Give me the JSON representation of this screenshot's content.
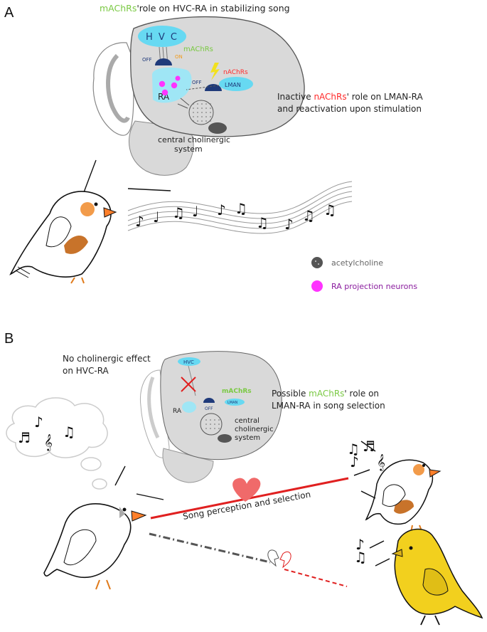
{
  "colors": {
    "machrs_green": "#7ac943",
    "nachrs_red": "#ff2a2a",
    "nucleus_cyan": "#67d9f2",
    "neuron_magenta": "#ff33ff",
    "acetylcholine_gray": "#555555",
    "brain_gray": "#d9d9d9",
    "dark_blue": "#1f3a7a",
    "bill_orange": "#ff7f2a",
    "canary_yellow": "#f2d01e",
    "heart_red": "#f06a6a",
    "selection_red": "#e02020"
  },
  "panel_a": {
    "letter": "A",
    "title_prefix": "mAChRs",
    "title_rest": "'role on HVC-RA in stabilizing song",
    "label_hvc": "H V C",
    "label_ra": "RA",
    "label_lman": "LMAN",
    "label_off": "OFF",
    "label_on": "ON",
    "label_machrs": "mAChRs",
    "label_nachrs": "nAChRs",
    "inactive_prefix": "Inactive ",
    "inactive_highlight": "nAChRs",
    "inactive_rest": "' role on LMAN-RA",
    "inactive_line2": "and reactivation upon stimulation",
    "central_line1": "central cholinergic",
    "central_line2": "system",
    "legend_acetylcholine": "acetylcholine",
    "legend_ra_neurons": "RA projection neurons"
  },
  "panel_b": {
    "letter": "B",
    "no_effect_line1": "No cholinergic effect",
    "no_effect_line2": "on HVC-RA",
    "possible_prefix": "Possible ",
    "possible_highlight": "mAChRs",
    "possible_rest": "' role on",
    "possible_line2": "LMAN-RA in song selection",
    "label_hvc": "HVC",
    "label_lman": "LMAN",
    "label_ra": "RA",
    "label_off": "OFF",
    "label_machrs": "mAChRs",
    "central_line1": "central",
    "central_line2": "cholinergic",
    "central_line3": "system",
    "song_perception": "Song perception and selection"
  }
}
